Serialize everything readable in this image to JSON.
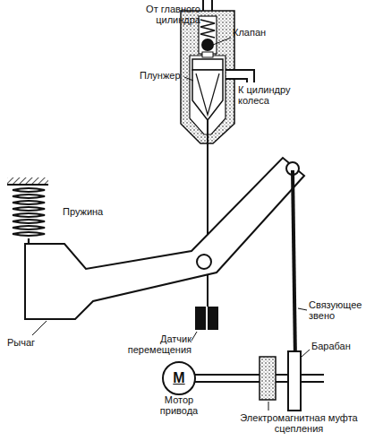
{
  "diagram": {
    "nodes": [
      {
        "text": [
          "М"
        ]
      }
    ],
    "labels": [
      "От главного цилиндра",
      "Клапан",
      "Плунжер",
      "К цилиндру колеса",
      "Пружина",
      "Рычаг",
      "Датчик перемещения",
      "Связующее звено",
      "Барабан",
      "Мотор привода",
      "Электромагнитная муфта сцепления"
    ]
  }
}
